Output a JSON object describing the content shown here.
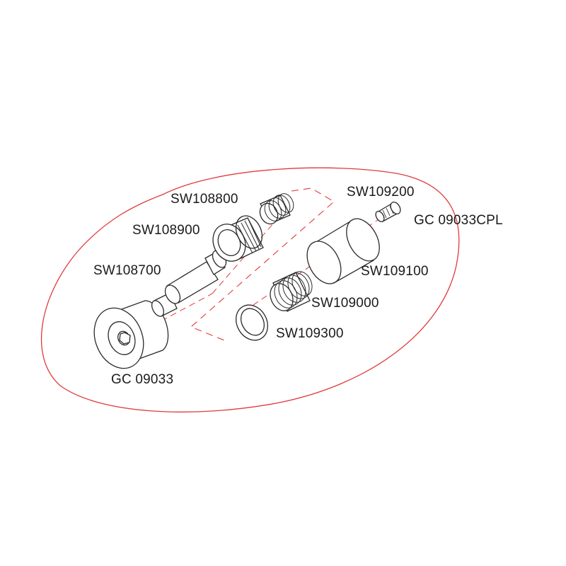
{
  "colors": {
    "outline": "#e03a3a",
    "line": "#2a2a2a",
    "text": "#1a1a1a"
  },
  "labels": {
    "sw108800": "SW108800",
    "sw108900": "SW108900",
    "sw108700": "SW108700",
    "gc09033": "GC 09033",
    "sw109200": "SW109200",
    "gc09033cpl": "GC 09033CPL",
    "sw109100": "SW109100",
    "sw109000": "SW109000",
    "sw109300": "SW109300"
  }
}
